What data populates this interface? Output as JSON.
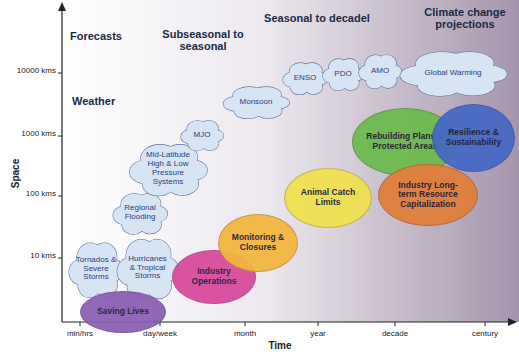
{
  "diagram": {
    "nodes": [
      {
        "text": [
          "Tornados & Severe Storms"
        ]
      },
      {
        "text": [
          "Hurricanes & Tropical Storms"
        ]
      },
      {
        "text": [
          "Regional Flooding"
        ]
      },
      {
        "text": [
          "Mid-Latitude High & Low Pressure Systems"
        ]
      },
      {
        "text": [
          "MJO"
        ]
      },
      {
        "text": [
          "Monsoon"
        ]
      },
      {
        "text": [
          "ENSO"
        ]
      },
      {
        "text": [
          "PDO"
        ]
      },
      {
        "text": [
          "AMO"
        ]
      },
      {
        "text": [
          "Global Warming"
        ]
      },
      {
        "text": [
          "Saving Lives"
        ]
      },
      {
        "text": [
          "Industry Operations"
        ]
      },
      {
        "text": [
          "Monitoring & Closures"
        ]
      },
      {
        "text": [
          "Animal Catch Limits"
        ]
      },
      {
        "text": [
          "Rebuilding Plans & Protected Areas"
        ]
      },
      {
        "text": [
          "Industry Long-term Resource Capitalization"
        ]
      },
      {
        "text": [
          "Resilience & Sustainability"
        ]
      }
    ],
    "labels": [
      "Forecasts",
      "Subseasonal to seasonal",
      "Seasonal to decadel",
      "Climate change projections",
      "Weather",
      "10000 kms",
      "1000 kms",
      "100 kms",
      "10 kms",
      "Space",
      "min/hrs",
      "day/week",
      "month",
      "year",
      "decade",
      "century",
      "Time"
    ]
  }
}
